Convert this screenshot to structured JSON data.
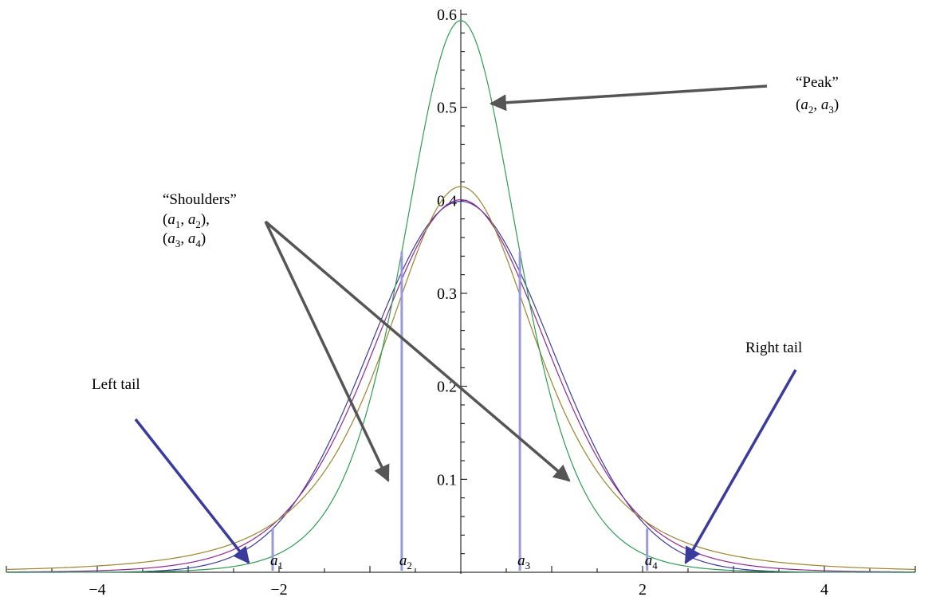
{
  "chart_data": {
    "type": "line",
    "xlim": [
      -5,
      5
    ],
    "ylim": [
      0,
      0.6
    ],
    "x_ticks": [
      -4,
      -2,
      2,
      4
    ],
    "y_ticks": [
      0.1,
      0.2,
      0.3,
      0.4,
      0.5,
      0.6
    ],
    "series": [
      {
        "kind": "normal",
        "sigma": 1.0,
        "color": "#3b3b9c"
      },
      {
        "kind": "student-t",
        "nu": 10,
        "scale": 0.9713,
        "color": "#8e2a8e"
      },
      {
        "kind": "student-t",
        "nu": 3,
        "scale": 0.8862,
        "color": "#9a8430"
      },
      {
        "kind": "logistic",
        "scale": 0.4214,
        "color": "#2f9c52"
      }
    ],
    "markers": [
      {
        "label": "a",
        "sub": "1",
        "x": -2.07,
        "y_top": 0.047
      },
      {
        "label": "a",
        "sub": "2",
        "x": -0.65,
        "y_top": 0.345
      },
      {
        "label": "a",
        "sub": "3",
        "x": 0.65,
        "y_top": 0.345
      },
      {
        "label": "a",
        "sub": "4",
        "x": 2.05,
        "y_top": 0.047
      }
    ],
    "annotations": {
      "peak_title": "“Peak”",
      "peak_range": "(a2, a3)",
      "shoulders_title": "“Shoulders”",
      "shoulders_range_1": "(a1, a2),",
      "shoulders_range_2": "(a3, a4)",
      "left_tail": "Left tail",
      "right_tail": "Right tail"
    },
    "colors": {
      "marker_line": "#9a9ad6",
      "gray_arrow": "#555555",
      "blue_arrow": "#3b3b9c"
    }
  }
}
